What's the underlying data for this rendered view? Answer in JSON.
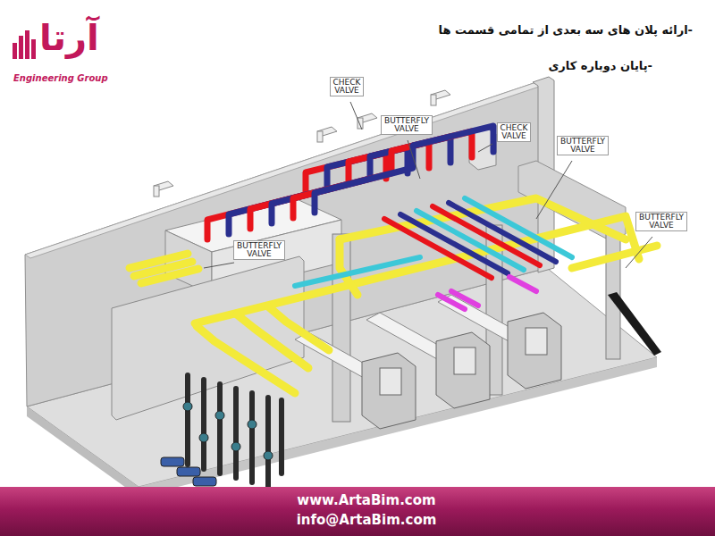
{
  "diagram": {
    "nodes": [
      {
        "text": [
          "www.ArtaBim.com",
          "info@ArtaBim.com"
        ]
      }
    ],
    "labels": [
      "آرتا",
      "Engineering Group",
      "-ارائه پلان های سه بعدی از تمامی قسمت ها",
      "-پایان دوباره کاری",
      "CHECK VALVE",
      "BUTTERFLY VALVE",
      "CHECK VALVE",
      "BUTTERFLY VALVE",
      "BUTTERFLY VALVE",
      "BUTTERFLY VALVE"
    ]
  }
}
